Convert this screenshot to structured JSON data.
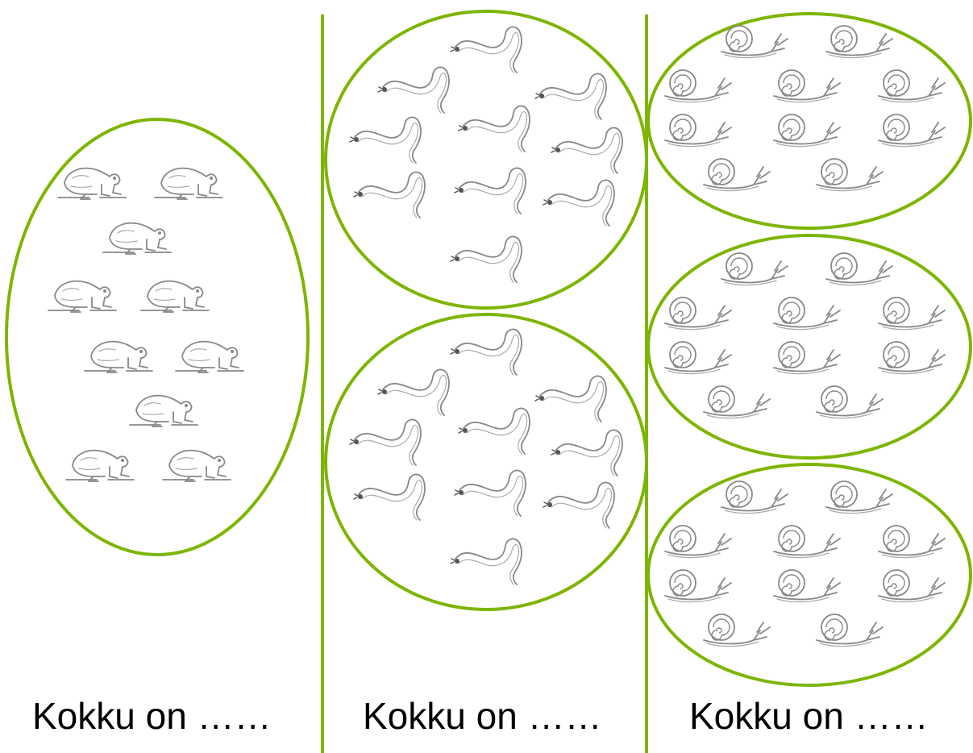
{
  "colors": {
    "accent": "#7db500",
    "animal_stroke": "#888888",
    "text": "#000000"
  },
  "columns": [
    {
      "caption": "Kokku on ……",
      "groups": [
        {
          "animal": "frog-icon",
          "count": 10
        }
      ]
    },
    {
      "caption": "Kokku on ……",
      "groups": [
        {
          "animal": "worm-icon",
          "count": 10
        },
        {
          "animal": "worm-icon",
          "count": 10
        }
      ]
    },
    {
      "caption": "Kokku on ……",
      "groups": [
        {
          "animal": "snail-icon",
          "count": 10
        },
        {
          "animal": "snail-icon",
          "count": 10
        },
        {
          "animal": "snail-icon",
          "count": 10
        }
      ]
    }
  ]
}
